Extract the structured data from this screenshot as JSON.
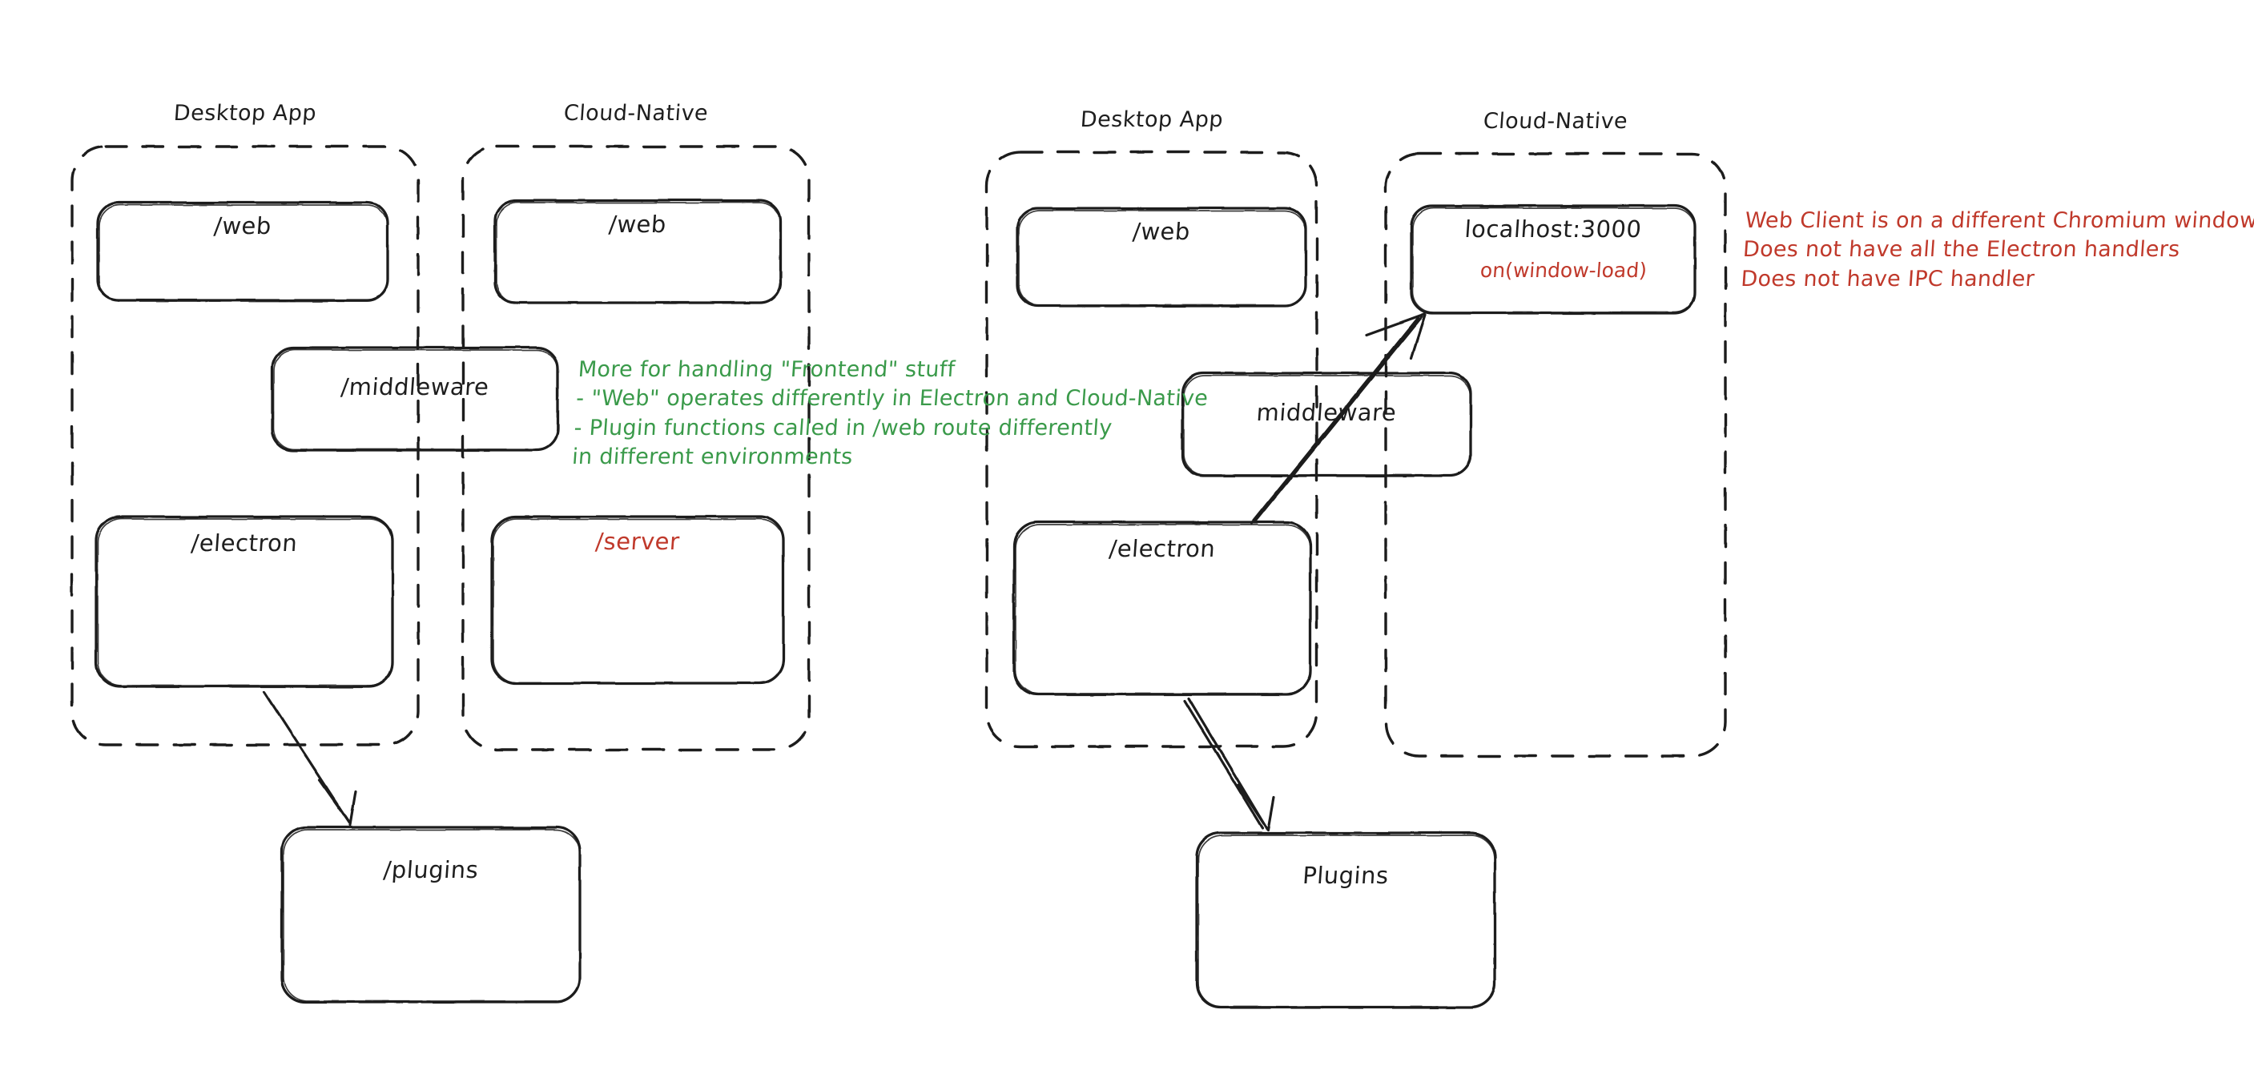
{
  "diagram": {
    "title_hidden": "Electron vs Cloud-Native architecture sketch",
    "colors": {
      "stroke": "#1e1e1e",
      "green": "#3a9a4a",
      "red": "#c0392b",
      "background": "#ffffff"
    }
  },
  "left_panel": {
    "groups": [
      {
        "id": "left-desktop",
        "title": "Desktop App"
      },
      {
        "id": "left-cloud",
        "title": "Cloud-Native"
      }
    ],
    "nodes": [
      {
        "id": "left-desktop-web",
        "label": "/web",
        "color": "black"
      },
      {
        "id": "left-cloud-web",
        "label": "/web",
        "color": "black"
      },
      {
        "id": "left-middleware",
        "label": "/middleware",
        "color": "black"
      },
      {
        "id": "left-electron",
        "label": "/electron",
        "color": "black"
      },
      {
        "id": "left-server",
        "label": "/server",
        "color": "red"
      },
      {
        "id": "left-plugins",
        "label": "/plugins",
        "color": "black"
      }
    ],
    "note_green": "More for handling \"Frontend\" stuff\n- \"Web\" operates differently in Electron and Cloud-Native\n- Plugin functions called in /web route differently\nin different environments"
  },
  "right_panel": {
    "groups": [
      {
        "id": "right-desktop",
        "title": "Desktop App"
      },
      {
        "id": "right-cloud",
        "title": "Cloud-Native"
      }
    ],
    "nodes": [
      {
        "id": "right-desktop-web",
        "label": "/web",
        "color": "black"
      },
      {
        "id": "right-localhost",
        "label": "localhost:3000",
        "color": "black",
        "sub_label": "on(window-load)",
        "sub_color": "red"
      },
      {
        "id": "right-middleware",
        "label": "middleware",
        "color": "black"
      },
      {
        "id": "right-electron",
        "label": "/electron",
        "color": "black"
      },
      {
        "id": "right-plugins",
        "label": "Plugins",
        "color": "black"
      }
    ],
    "note_red": "Web Client is on a different Chromium window\nDoes not have all the Electron handlers\nDoes not have IPC handler"
  }
}
